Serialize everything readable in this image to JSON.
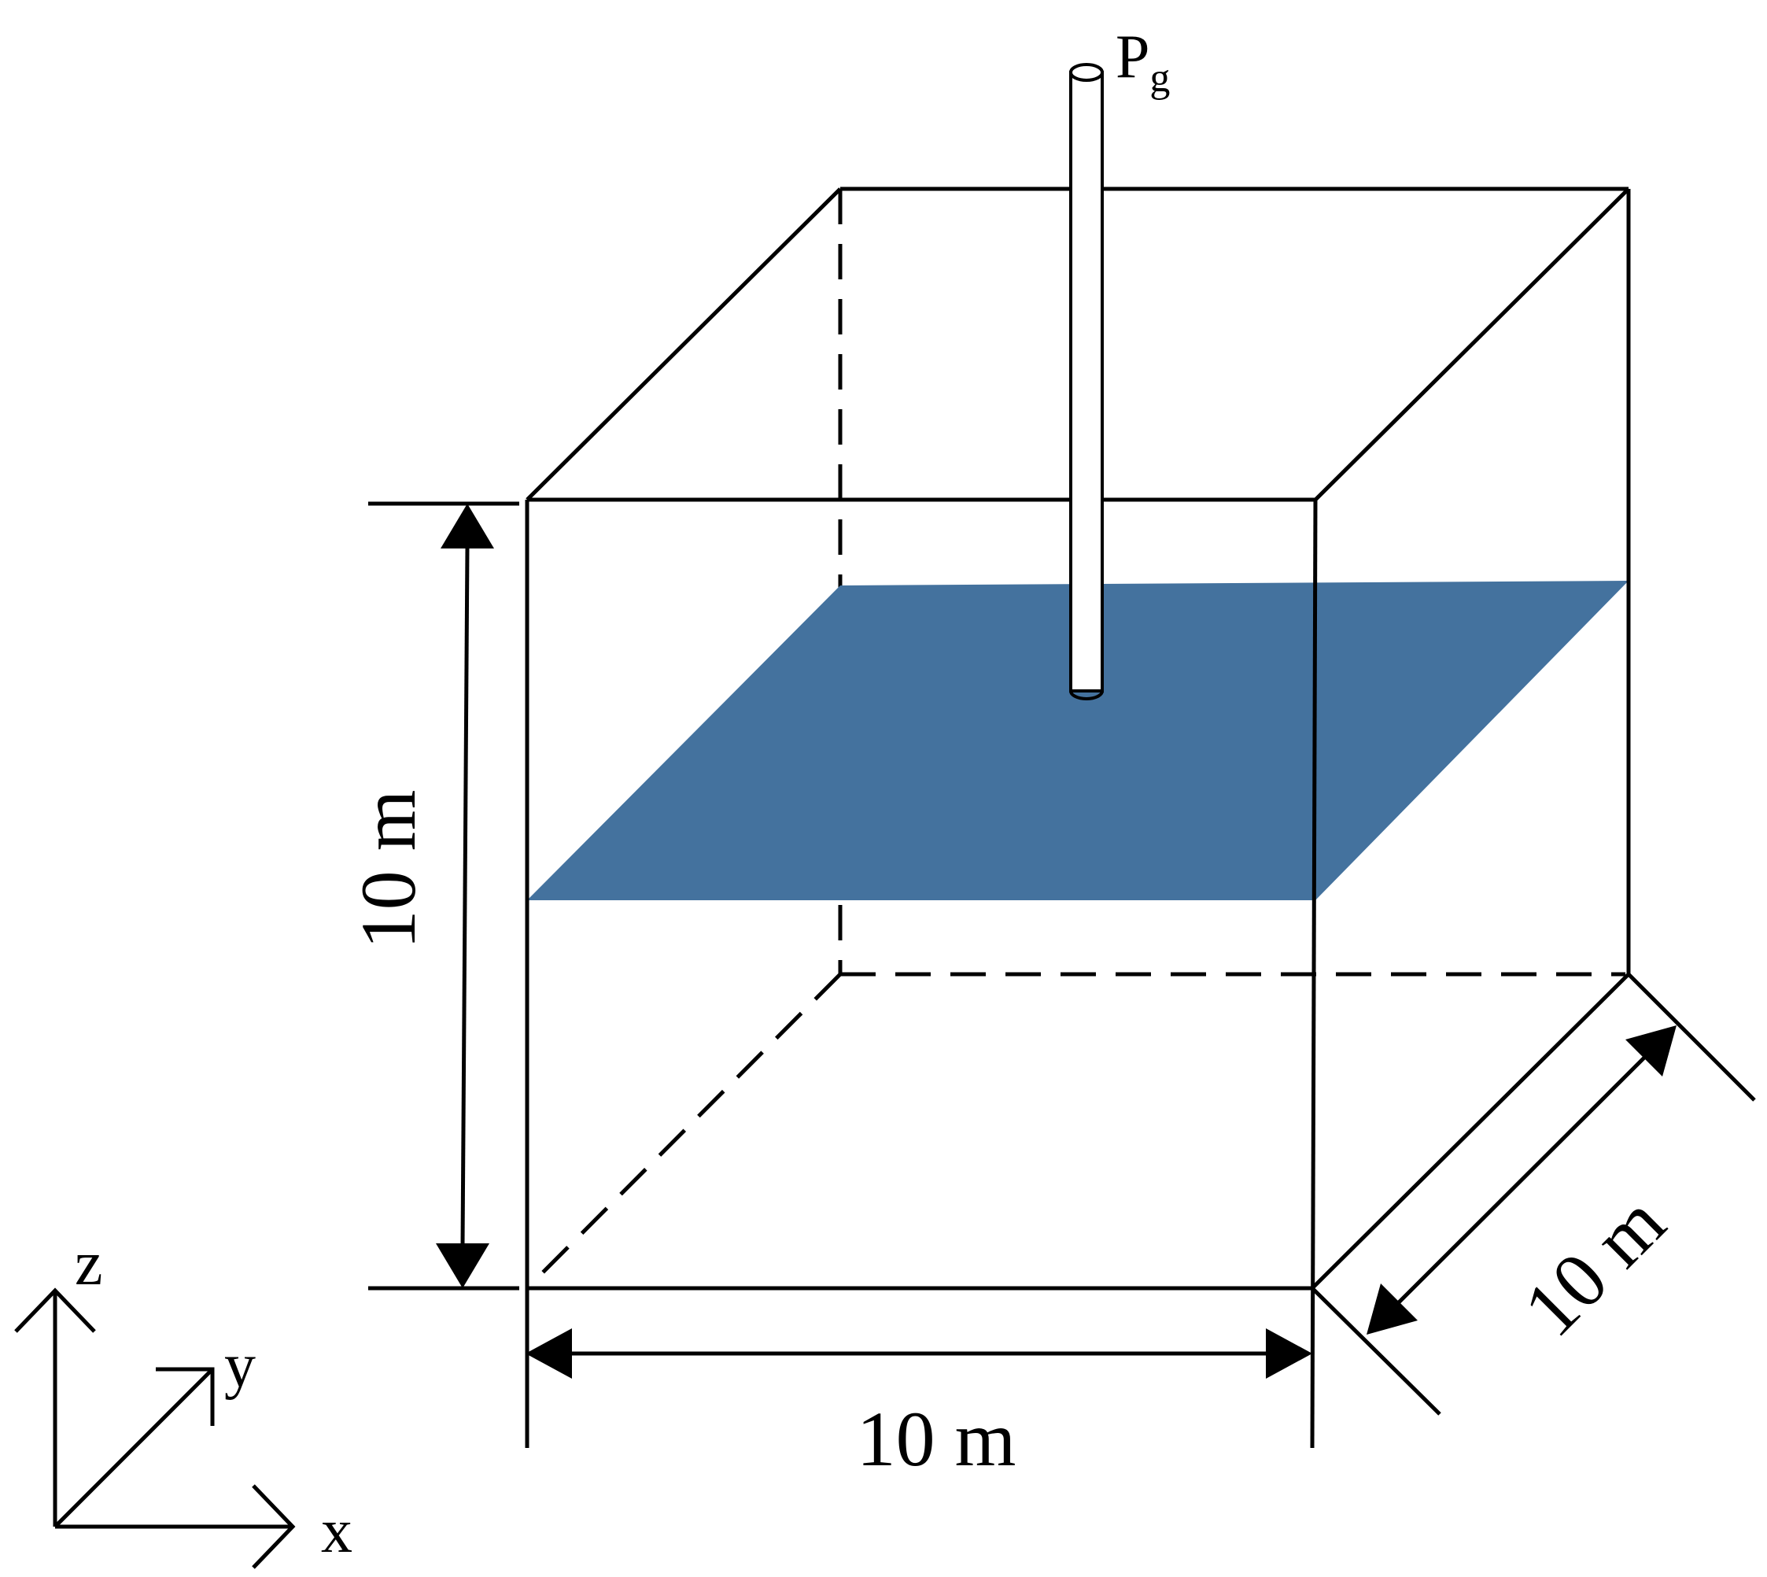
{
  "labels": {
    "pressure_symbol": "P",
    "pressure_subscript": "g",
    "height_dimension": "10 m",
    "width_dimension": "10 m",
    "depth_dimension": "10 m"
  },
  "axes": {
    "x": "x",
    "y": "y",
    "z": "z"
  },
  "colors": {
    "water_surface": "#44729e",
    "lines": "#000000",
    "background": "#ffffff"
  }
}
